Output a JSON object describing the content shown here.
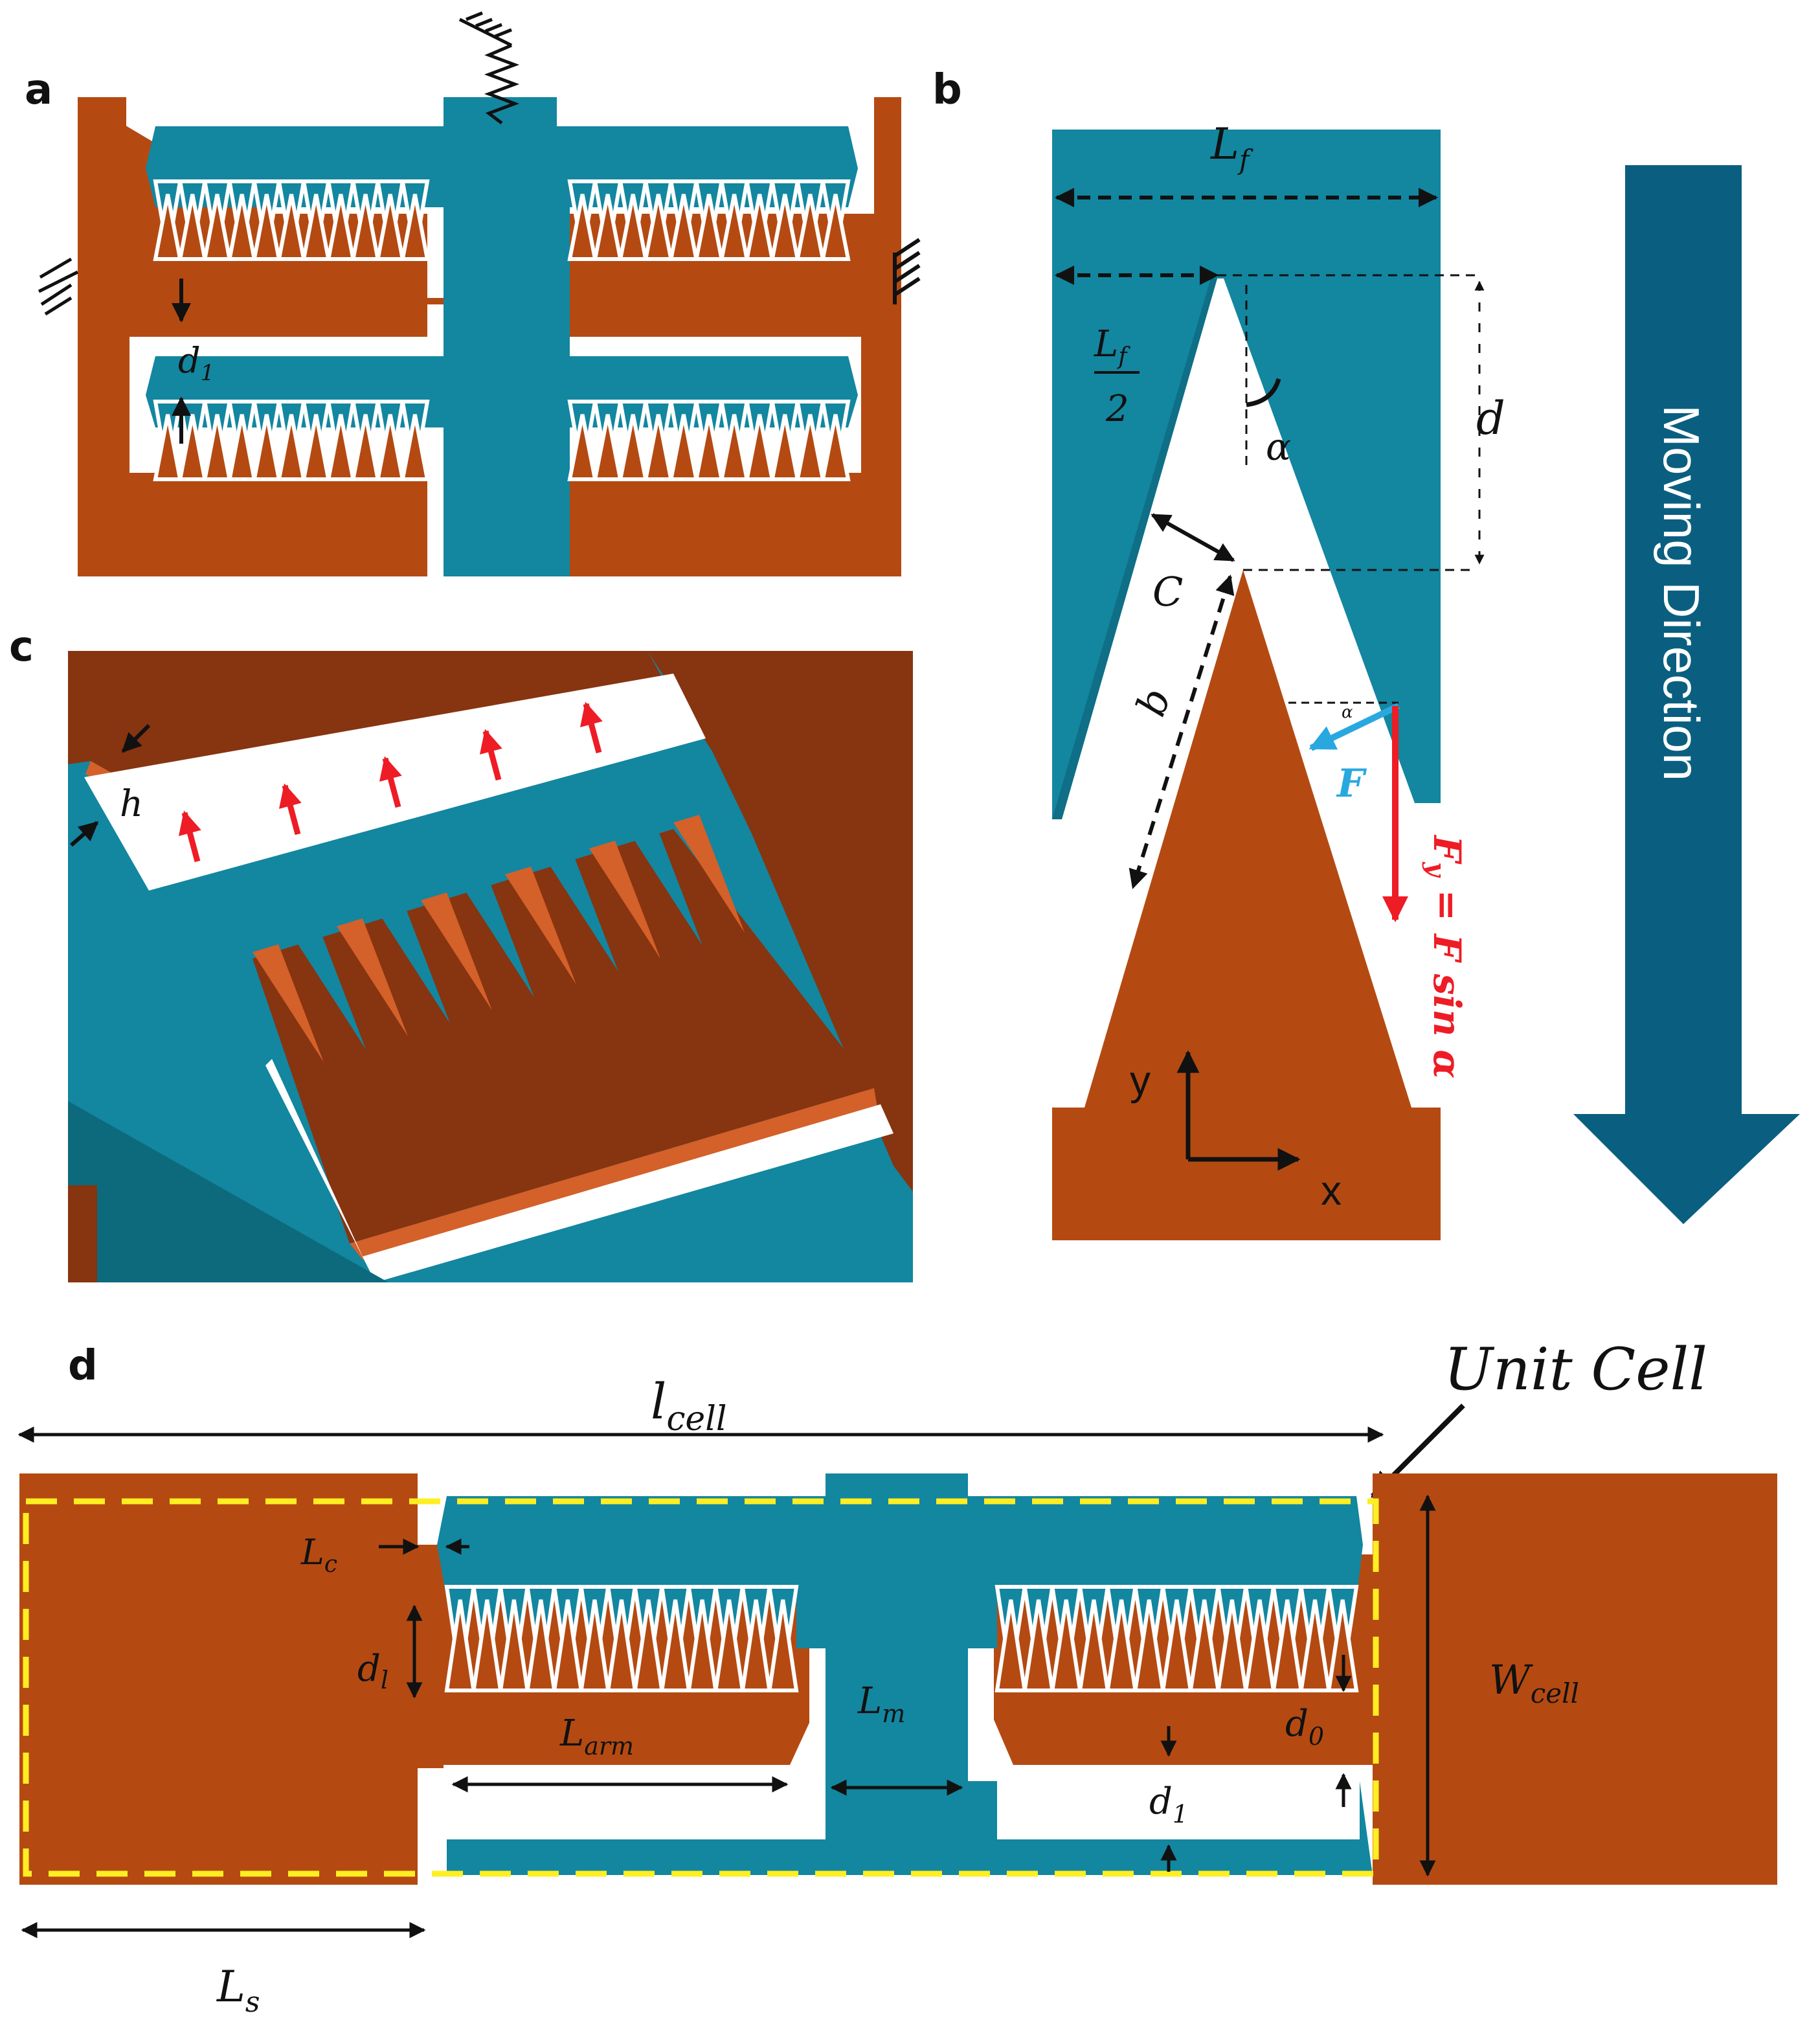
{
  "colors": {
    "teal": "#1386a0",
    "teal_dark": "#0f6f86",
    "teal_3d": "#0d6a7c",
    "copper": "#b44a12",
    "copper_dark": "#873410",
    "copper_face": "#d4602a",
    "arrow_navy": "#0a5f80",
    "force_red": "#ee1c25",
    "force_blue": "#29a8e0",
    "unit_cell_yellow": "#ffee22",
    "black": "#111111"
  },
  "panels": {
    "a": {
      "letter": "a",
      "gap_label": "d",
      "gap_sub": "1"
    },
    "b": {
      "letter": "b",
      "Lf_main": "L",
      "Lf_sub": "f",
      "half_num_main": "L",
      "half_num_sub": "f",
      "half_den": "2",
      "d_label": "d",
      "alpha_label": "α",
      "alpha_small": "α",
      "c_label": "C",
      "b_label": "b",
      "F_label": "F",
      "Fy_text": "F",
      "Fy_sub": "y",
      "Fy_rest": " = F sin α",
      "y_axis": "y",
      "x_axis": "x",
      "moving_direction": "Moving Direction"
    },
    "c": {
      "letter": "c",
      "h_label": "h"
    },
    "d": {
      "letter": "d",
      "unit_cell_label": "Unit  Cell",
      "lcell_main": "l",
      "lcell_sub": "cell",
      "Lc_main": "L",
      "Lc_sub": "c",
      "dl_main": "d",
      "dl_sub": "l",
      "Larm_main": "L",
      "Larm_sub": "arm",
      "Lm_main": "L",
      "Lm_sub": "m",
      "d0_main": "d",
      "d0_sub": "0",
      "d1_main": "d",
      "d1_sub": "1",
      "Wcell_main": "W",
      "Wcell_sub": "cell",
      "Ls_main": "L",
      "Ls_sub": "s"
    }
  }
}
